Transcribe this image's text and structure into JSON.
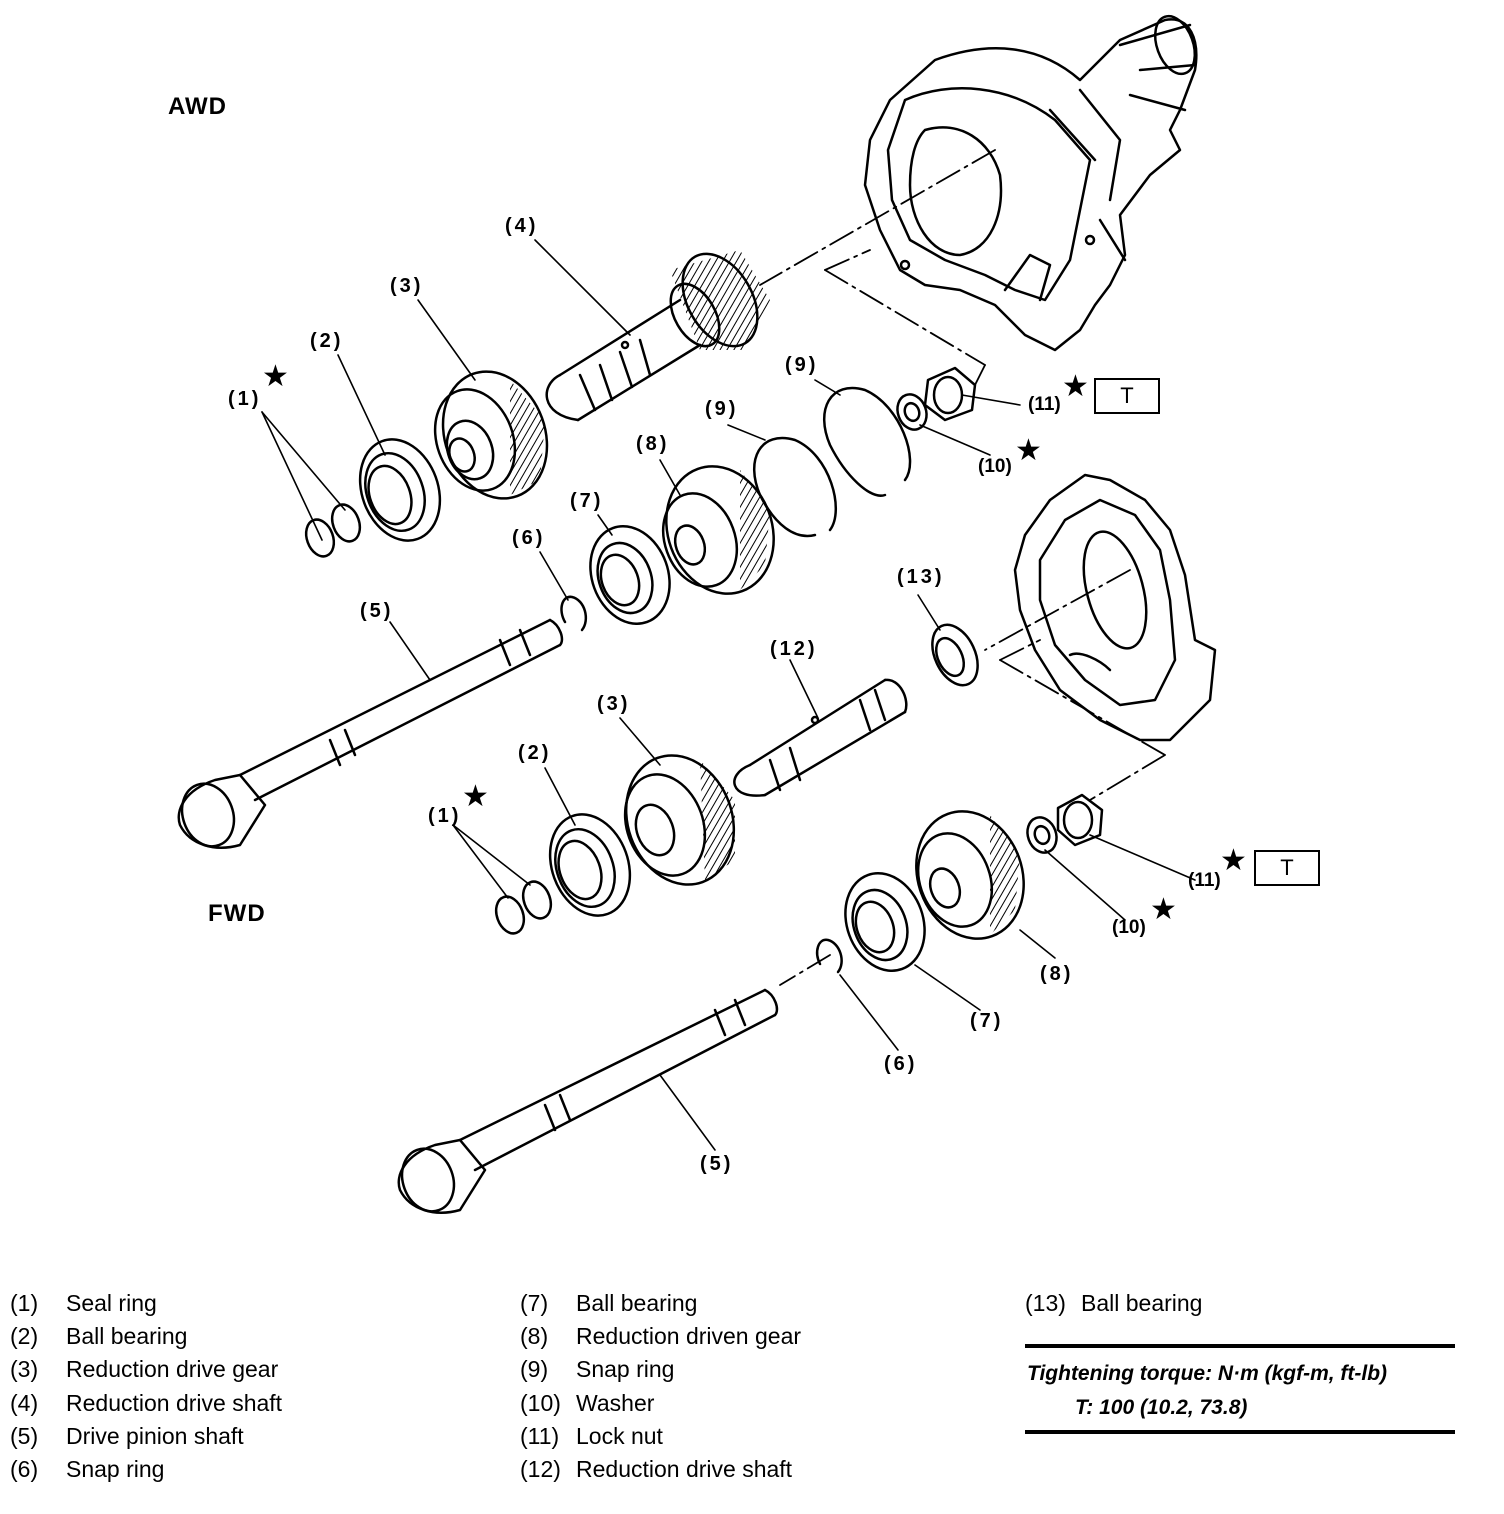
{
  "sections": {
    "awd": "AWD",
    "fwd": "FWD"
  },
  "callouts": {
    "awd": {
      "c1": "(1)",
      "c2": "(2)",
      "c3": "(3)",
      "c4": "(4)",
      "c5": "(5)",
      "c6": "(6)",
      "c7": "(7)",
      "c8": "(8)",
      "c9a": "(9)",
      "c9b": "(9)",
      "c10": "(10)",
      "c11": "(11)"
    },
    "fwd": {
      "c1": "(1)",
      "c2": "(2)",
      "c3": "(3)",
      "c5": "(5)",
      "c6": "(6)",
      "c7": "(7)",
      "c8": "(8)",
      "c10": "(10)",
      "c11": "(11)",
      "c12": "(12)",
      "c13": "(13)"
    }
  },
  "torque_marker": "T",
  "star_symbol": "★",
  "legend": [
    {
      "num": "(1)",
      "name": "Seal ring"
    },
    {
      "num": "(2)",
      "name": "Ball bearing"
    },
    {
      "num": "(3)",
      "name": "Reduction drive gear"
    },
    {
      "num": "(4)",
      "name": "Reduction drive shaft"
    },
    {
      "num": "(5)",
      "name": "Drive pinion shaft"
    },
    {
      "num": "(6)",
      "name": "Snap ring"
    },
    {
      "num": "(7)",
      "name": "Ball bearing"
    },
    {
      "num": "(8)",
      "name": "Reduction driven gear"
    },
    {
      "num": "(9)",
      "name": "Snap ring"
    },
    {
      "num": "(10)",
      "name": "Washer"
    },
    {
      "num": "(11)",
      "name": "Lock nut"
    },
    {
      "num": "(12)",
      "name": "Reduction drive shaft"
    },
    {
      "num": "(13)",
      "name": "Ball bearing"
    }
  ],
  "torque": {
    "title": "Tightening torque: N·m (kgf-m, ft-lb)",
    "value": "T: 100 (10.2, 73.8)"
  }
}
